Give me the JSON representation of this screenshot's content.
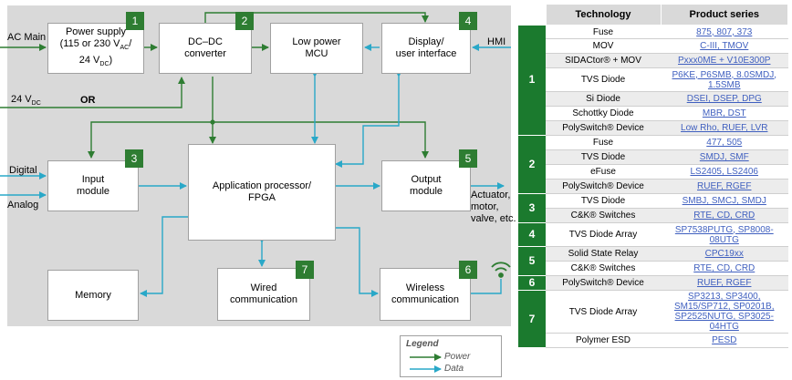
{
  "blocks": {
    "power_supply": "Power supply (115 or 230 V_AC / 24 V_DC)",
    "power_supply_l1": "Power supply",
    "power_supply_l2": "(115 or 230 V",
    "power_supply_l2_sub": "AC",
    "power_supply_l2_end": "/",
    "power_supply_l3": "24 V",
    "power_supply_l3_sub": "DC",
    "power_supply_l3_end": ")",
    "dcdc_l1": "DC–DC",
    "dcdc_l2": "converter",
    "mcu_l1": "Low power",
    "mcu_l2": "MCU",
    "display_l1": "Display/",
    "display_l2": "user interface",
    "input_l1": "Input",
    "input_l2": "module",
    "app_l1": "Application processor/",
    "app_l2": "FPGA",
    "output_l1": "Output",
    "output_l2": "module",
    "memory": "Memory",
    "wired_l1": "Wired",
    "wired_l2": "communication",
    "wireless_l1": "Wireless",
    "wireless_l2": "communication"
  },
  "badges": [
    "1",
    "2",
    "3",
    "4",
    "5",
    "6",
    "7"
  ],
  "labels": {
    "ac_main": "AC Main",
    "hmi": "HMI",
    "v24": "24 V",
    "v24_sub": "DC",
    "or": "OR",
    "digital": "Digital",
    "analog": "Analog",
    "actuator_l1": "Actuator,",
    "actuator_l2": "motor,",
    "actuator_l3": "valve, etc."
  },
  "legend": {
    "title": "Legend",
    "power": "Power",
    "data": "Data"
  },
  "colors": {
    "power": "#2e7d32",
    "data": "#29a8c8",
    "group_green": "#1b7a2e",
    "link": "#3f5fbf"
  },
  "table": {
    "headers": [
      "Technology",
      "Product series"
    ],
    "rows": [
      {
        "group": "1",
        "tech": "Fuse",
        "products": "875, 807, 373"
      },
      {
        "group": "1",
        "tech": "MOV",
        "products": "C-III, TMOV"
      },
      {
        "group": "1",
        "tech": "SIDACtor® + MOV",
        "products": "Pxxx0ME + V10E300P"
      },
      {
        "group": "1",
        "tech": "TVS Diode",
        "products": "P6KE, P6SMB, 8.0SMDJ, 1.5SMB"
      },
      {
        "group": "1",
        "tech": "Si Diode",
        "products": "DSEI, DSEP, DPG"
      },
      {
        "group": "1",
        "tech": "Schottky Diode",
        "products": "MBR, DST"
      },
      {
        "group": "1",
        "tech": "PolySwitch® Device",
        "products": "Low Rho, RUEF, LVR"
      },
      {
        "group": "2",
        "tech": "Fuse",
        "products": "477, 505"
      },
      {
        "group": "2",
        "tech": "TVS Diode",
        "products": "SMDJ, SMF"
      },
      {
        "group": "2",
        "tech": "eFuse",
        "products": "LS2405, LS2406"
      },
      {
        "group": "2",
        "tech": "PolySwitch® Device",
        "products": "RUEF, RGEF"
      },
      {
        "group": "3",
        "tech": "TVS Diode",
        "products": "SMBJ, SMCJ, SMDJ"
      },
      {
        "group": "3",
        "tech": "C&K® Switches",
        "products": "RTE, CD, CRD"
      },
      {
        "group": "4",
        "tech": "TVS Diode Array",
        "products": "SP7538PUTG, SP8008-08UTG"
      },
      {
        "group": "5",
        "tech": "Solid State Relay",
        "products": "CPC19xx"
      },
      {
        "group": "5",
        "tech": "C&K® Switches",
        "products": "RTE, CD, CRD"
      },
      {
        "group": "6",
        "tech": "PolySwitch® Device",
        "products": "RUEF, RGEF"
      },
      {
        "group": "7",
        "tech": "TVS Diode Array",
        "products": "SP3213, SP3400, SM15/SP712, SP0201B, SP2525NUTG, SP3025-04HTG"
      },
      {
        "group": "7",
        "tech": "Polymer ESD",
        "products": "PESD"
      }
    ]
  }
}
